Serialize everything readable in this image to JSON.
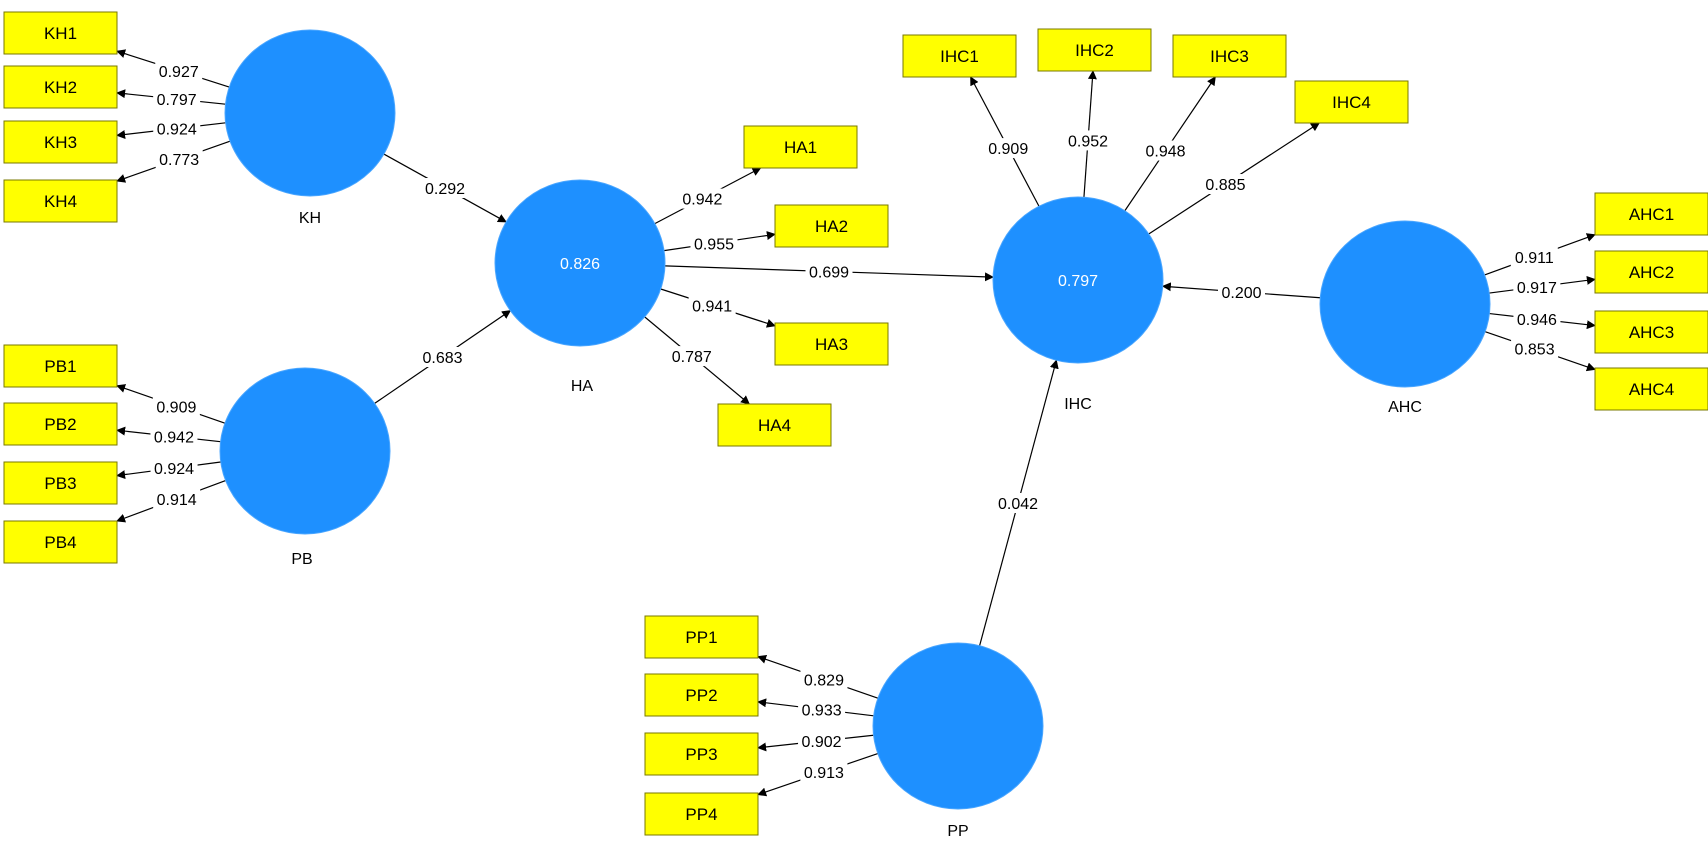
{
  "colors": {
    "indicator_fill": "#ffff00",
    "construct_fill": "#1e90ff",
    "line": "#000000"
  },
  "constructs": [
    {
      "id": "KH",
      "name": "KH",
      "value": ""
    },
    {
      "id": "PB",
      "name": "PB",
      "value": ""
    },
    {
      "id": "HA",
      "name": "HA",
      "value": "0.826"
    },
    {
      "id": "IHC",
      "name": "IHC",
      "value": "0.797"
    },
    {
      "id": "AHC",
      "name": "AHC",
      "value": ""
    },
    {
      "id": "PP",
      "name": "PP",
      "value": ""
    }
  ],
  "indicators": [
    {
      "id": "KH1",
      "label": "KH1",
      "construct": "KH",
      "loading": "0.927"
    },
    {
      "id": "KH2",
      "label": "KH2",
      "construct": "KH",
      "loading": "0.797"
    },
    {
      "id": "KH3",
      "label": "KH3",
      "construct": "KH",
      "loading": "0.924"
    },
    {
      "id": "KH4",
      "label": "KH4",
      "construct": "KH",
      "loading": "0.773"
    },
    {
      "id": "PB1",
      "label": "PB1",
      "construct": "PB",
      "loading": "0.909"
    },
    {
      "id": "PB2",
      "label": "PB2",
      "construct": "PB",
      "loading": "0.942"
    },
    {
      "id": "PB3",
      "label": "PB3",
      "construct": "PB",
      "loading": "0.924"
    },
    {
      "id": "PB4",
      "label": "PB4",
      "construct": "PB",
      "loading": "0.914"
    },
    {
      "id": "HA1",
      "label": "HA1",
      "construct": "HA",
      "loading": "0.942"
    },
    {
      "id": "HA2",
      "label": "HA2",
      "construct": "HA",
      "loading": "0.955"
    },
    {
      "id": "HA3",
      "label": "HA3",
      "construct": "HA",
      "loading": "0.941"
    },
    {
      "id": "HA4",
      "label": "HA4",
      "construct": "HA",
      "loading": "0.787"
    },
    {
      "id": "IHC1",
      "label": "IHC1",
      "construct": "IHC",
      "loading": "0.909"
    },
    {
      "id": "IHC2",
      "label": "IHC2",
      "construct": "IHC",
      "loading": "0.952"
    },
    {
      "id": "IHC3",
      "label": "IHC3",
      "construct": "IHC",
      "loading": "0.948"
    },
    {
      "id": "IHC4",
      "label": "IHC4",
      "construct": "IHC",
      "loading": "0.885"
    },
    {
      "id": "AHC1",
      "label": "AHC1",
      "construct": "AHC",
      "loading": "0.911"
    },
    {
      "id": "AHC2",
      "label": "AHC2",
      "construct": "AHC",
      "loading": "0.917"
    },
    {
      "id": "AHC3",
      "label": "AHC3",
      "construct": "AHC",
      "loading": "0.946"
    },
    {
      "id": "AHC4",
      "label": "AHC4",
      "construct": "AHC",
      "loading": "0.853"
    },
    {
      "id": "PP1",
      "label": "PP1",
      "construct": "PP",
      "loading": "0.829"
    },
    {
      "id": "PP2",
      "label": "PP2",
      "construct": "PP",
      "loading": "0.933"
    },
    {
      "id": "PP3",
      "label": "PP3",
      "construct": "PP",
      "loading": "0.902"
    },
    {
      "id": "PP4",
      "label": "PP4",
      "construct": "PP",
      "loading": "0.913"
    }
  ],
  "paths": [
    {
      "from": "KH",
      "to": "HA",
      "coefficient": "0.292"
    },
    {
      "from": "PB",
      "to": "HA",
      "coefficient": "0.683"
    },
    {
      "from": "HA",
      "to": "IHC",
      "coefficient": "0.699"
    },
    {
      "from": "AHC",
      "to": "IHC",
      "coefficient": "0.200"
    },
    {
      "from": "PP",
      "to": "IHC",
      "coefficient": "0.042"
    }
  ]
}
